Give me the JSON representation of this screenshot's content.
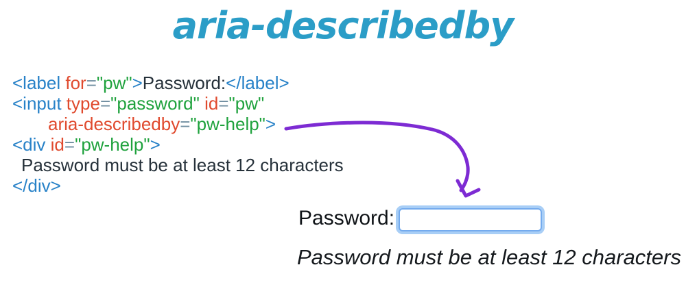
{
  "title": "aria-describedby",
  "colors": {
    "title": "#2b9dc7",
    "tag": "#2882c8",
    "attr": "#e04a2e",
    "val": "#1fa23d",
    "eq": "#6f8ea0",
    "text": "#26313a",
    "arrow": "#7d2bd3",
    "input-border": "#74abee",
    "input-ring": "#a8cef6"
  },
  "code": {
    "lines": [
      {
        "indent": 0,
        "tokens": [
          [
            "tag",
            "<label "
          ],
          [
            "attr",
            "for"
          ],
          [
            "eq",
            "="
          ],
          [
            "val",
            "\"pw\""
          ],
          [
            "tag",
            ">"
          ],
          [
            "txt",
            "Password:"
          ],
          [
            "tag",
            "</label>"
          ]
        ]
      },
      {
        "indent": 0,
        "tokens": [
          [
            "tag",
            "<input "
          ],
          [
            "attr",
            "type"
          ],
          [
            "eq",
            "="
          ],
          [
            "val",
            "\"password\""
          ],
          [
            "txt",
            " "
          ],
          [
            "attr",
            "id"
          ],
          [
            "eq",
            "="
          ],
          [
            "val",
            "\"pw\""
          ]
        ]
      },
      {
        "indent": 52,
        "tokens": [
          [
            "attr",
            "aria-describedby"
          ],
          [
            "eq",
            "="
          ],
          [
            "val",
            "\"pw-help\""
          ],
          [
            "tag",
            ">"
          ]
        ]
      },
      {
        "indent": 0,
        "tokens": [
          [
            "tag",
            "<div "
          ],
          [
            "attr",
            "id"
          ],
          [
            "eq",
            "="
          ],
          [
            "val",
            "\"pw-help\""
          ],
          [
            "tag",
            ">"
          ]
        ]
      },
      {
        "indent": 13,
        "tokens": [
          [
            "txt",
            "Password must be at least 12 characters"
          ]
        ]
      },
      {
        "indent": 0,
        "tokens": [
          [
            "tag",
            "</div>"
          ]
        ]
      }
    ]
  },
  "arrow": {
    "icon": "curved-arrow"
  },
  "form": {
    "label": "Password:",
    "input_value": "",
    "help_text": "Password must be at least 12 characters"
  }
}
